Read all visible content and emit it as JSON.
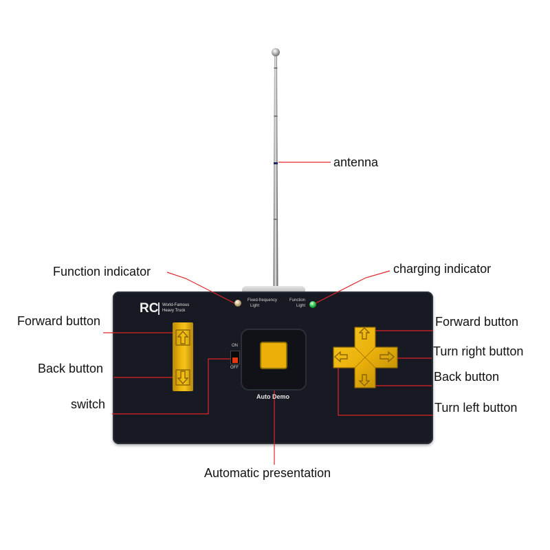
{
  "callouts": {
    "antenna": "antenna",
    "function_indicator": "Function indicator",
    "charging_indicator": "charging indicator",
    "forward_left": "Forward button",
    "back_left": "Back button",
    "switch": "switch",
    "forward_right": "Forward button",
    "turn_right": "Turn right button",
    "back_right": "Back button",
    "turn_left": "Turn left button",
    "auto_presentation": "Automatic presentation"
  },
  "panel": {
    "brand": "RC",
    "brand_line1": "World-Famous",
    "brand_line2": "Heavy Truck",
    "fixed_freq_line1": "Fixed-frequency",
    "fixed_freq_line2": "Light",
    "function_light_line1": "Function",
    "function_light_line2": "Light",
    "switch_on": "ON",
    "switch_off": "OFF",
    "auto_demo": "Auto Demo"
  },
  "colors": {
    "leader": "#e0242a",
    "body": "#171a22",
    "button": "#ecaf0a",
    "switch_knob": "#e23a12",
    "charging_led": "#19b13b"
  },
  "icons": {
    "stick_up": "arrow-up-icon",
    "stick_down": "arrow-down-icon",
    "dpad_up": "arrow-up-icon",
    "dpad_down": "arrow-down-icon",
    "dpad_left": "arrow-left-icon",
    "dpad_right": "arrow-right-icon"
  }
}
